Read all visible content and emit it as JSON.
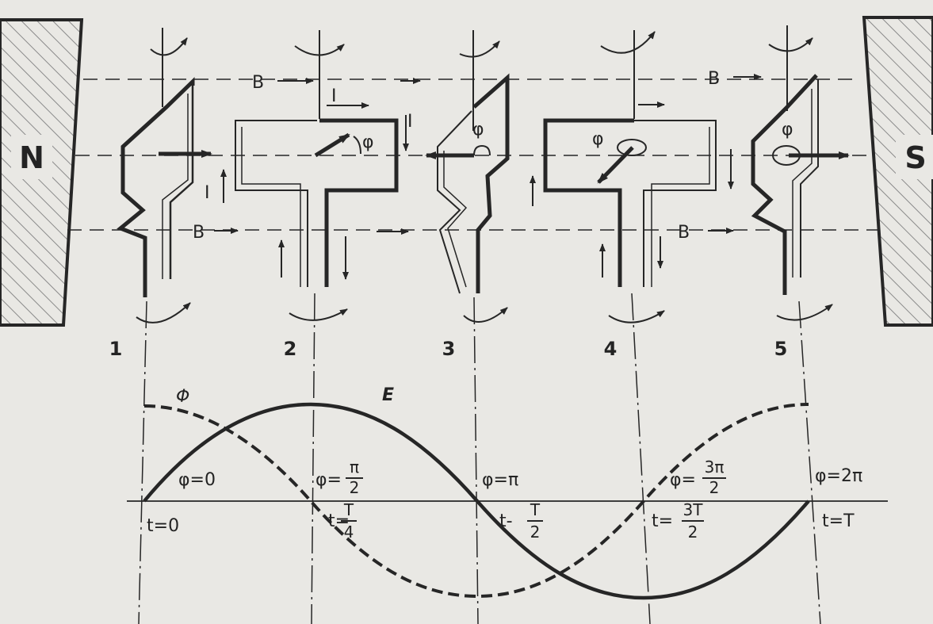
{
  "magnets": {
    "north": "N",
    "south": "S"
  },
  "field": {
    "symbol": "B"
  },
  "current": {
    "symbol": "I"
  },
  "angle": {
    "symbol": "φ"
  },
  "coil_positions": [
    "1",
    "2",
    "3",
    "4",
    "5"
  ],
  "curves": {
    "flux": "Φ",
    "emf": "E"
  },
  "markers": [
    {
      "phi_prefix": "φ=",
      "phi": "0",
      "phi_num": "",
      "phi_den": "",
      "t_prefix": "t=",
      "t": "0",
      "t_num": "",
      "t_den": ""
    },
    {
      "phi_prefix": "φ=",
      "phi": "",
      "phi_num": "π",
      "phi_den": "2",
      "t_prefix": "t=",
      "t": "",
      "t_num": "T",
      "t_den": "4"
    },
    {
      "phi_prefix": "φ=",
      "phi": "π",
      "phi_num": "",
      "phi_den": "",
      "t_prefix": "t-",
      "t": "",
      "t_num": "T",
      "t_den": "2"
    },
    {
      "phi_prefix": "φ=",
      "phi": "",
      "phi_num": "3π",
      "phi_den": "2",
      "t_prefix": "t=",
      "t": "",
      "t_num": "3T",
      "t_den": "2"
    },
    {
      "phi_prefix": "φ=",
      "phi": "2π",
      "phi_num": "",
      "phi_den": "",
      "t_prefix": "t=",
      "t": "T",
      "t_num": "",
      "t_den": ""
    }
  ],
  "colors": {
    "paper": "#e9e8e4",
    "ink": "#262626",
    "hatch": "#8a8a8a"
  }
}
